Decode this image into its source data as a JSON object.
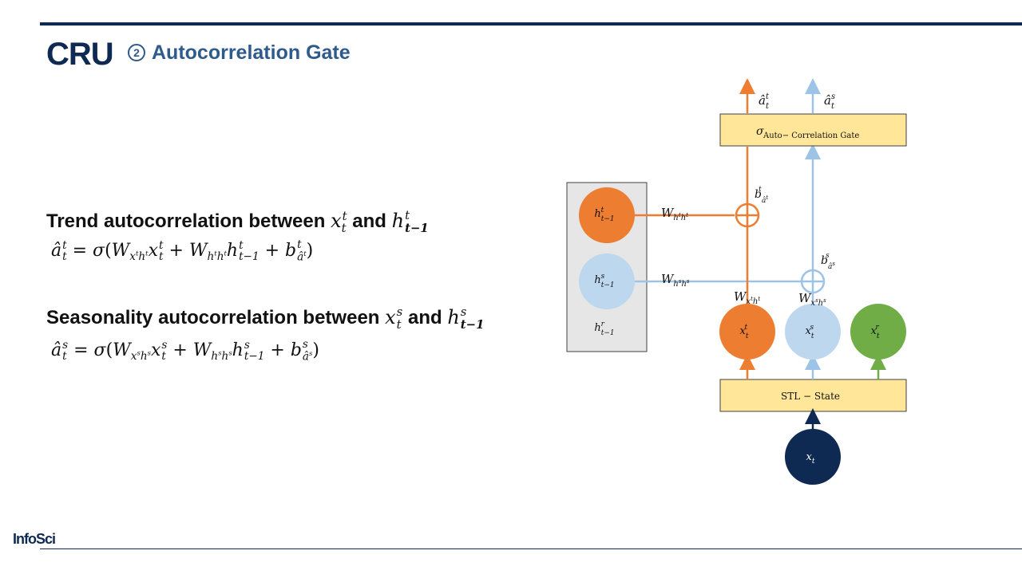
{
  "header": {
    "title": "CRU",
    "step_number": "2",
    "subtitle": "Autocorrelation Gate"
  },
  "footer": {
    "logo": "InfoSci"
  },
  "trend": {
    "heading_text": "Trend autocorrelation between",
    "and": "and",
    "equation": "â_t^t = σ(W_{x^t h^t} x_t^t + W_{h^t h^t} h_{t−1}^t + b_{â^t}^t)"
  },
  "seasonality": {
    "heading_text": "Seasonality autocorrelation between",
    "and": "and",
    "equation": "â_t^s = σ(W_{x^s h^s} x_t^s + W_{h^s h^s} h_{t−1}^s + b_{â^s}^s)"
  },
  "diagram": {
    "gate_label": "σ Auto−Correlation Gate",
    "gate_subscript": "Auto− Correlation Gate",
    "stl_label": "STL − State",
    "outputs": [
      "â_t^t",
      "â_t^s"
    ],
    "hidden_nodes": [
      "h_{t−1}^t",
      "h_{t−1}^s",
      "h_{t−1}^r"
    ],
    "input_nodes": [
      "x_t^t",
      "x_t^s",
      "x_t^r"
    ],
    "source_node": "x_t",
    "weights": [
      "W_{h^t h^t}",
      "W_{h^s h^s}",
      "W_{x^t h^t}",
      "W_{x^s h^s}"
    ],
    "biases": [
      "b_{â^t}^t",
      "b_{â^s}^s"
    ],
    "colors": {
      "trend": "#ed7d31",
      "seasonal": "#9dc3e6",
      "residual": "#70ad47",
      "source": "#0e2a52",
      "gate_fill": "#ffe699",
      "panel_fill": "#e7e6e6"
    }
  }
}
